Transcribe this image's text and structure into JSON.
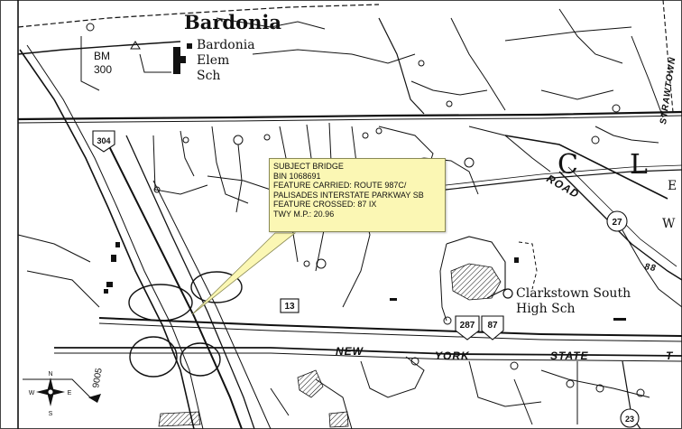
{
  "map": {
    "callout": {
      "line1": "SUBJECT BRIDGE",
      "line2": "BIN 1068691",
      "line3": "FEATURE CARRIED: ROUTE 987C/",
      "line4": "PALISADES INTERSTATE PARKWAY SB",
      "line5": "FEATURE CROSSED: 87 IX",
      "line6": "TWY M.P.: 20.96"
    },
    "labels": {
      "town": "Bardonia",
      "benchmark_bm": "BM",
      "benchmark_value": "300",
      "school1_line1": "Bardonia",
      "school1_line2": "Elem",
      "school1_line3": "Sch",
      "area_letter1": "C",
      "area_letter2": "L",
      "road_strawtown": "STRAWTOWN",
      "road_road": "ROAD",
      "school2_line1": "Clarkstown South",
      "school2_line2": "High Sch",
      "road_new": "NEW",
      "road_york": "YORK",
      "road_state": "STATE",
      "road_t": "T",
      "route_9005": "9005",
      "letter_w": "W",
      "letter_e": "E",
      "num_88": "88"
    },
    "shields": {
      "r304": "304",
      "r27": "27",
      "r13": "13",
      "r287": "287",
      "r87": "87",
      "r23": "23"
    },
    "compass": {
      "n": "N",
      "s": "S",
      "w": "W",
      "e": "E"
    },
    "colors": {
      "callout_bg": "#fbf7b4",
      "leader": "#fbf7b4",
      "lines": "#111111"
    }
  }
}
